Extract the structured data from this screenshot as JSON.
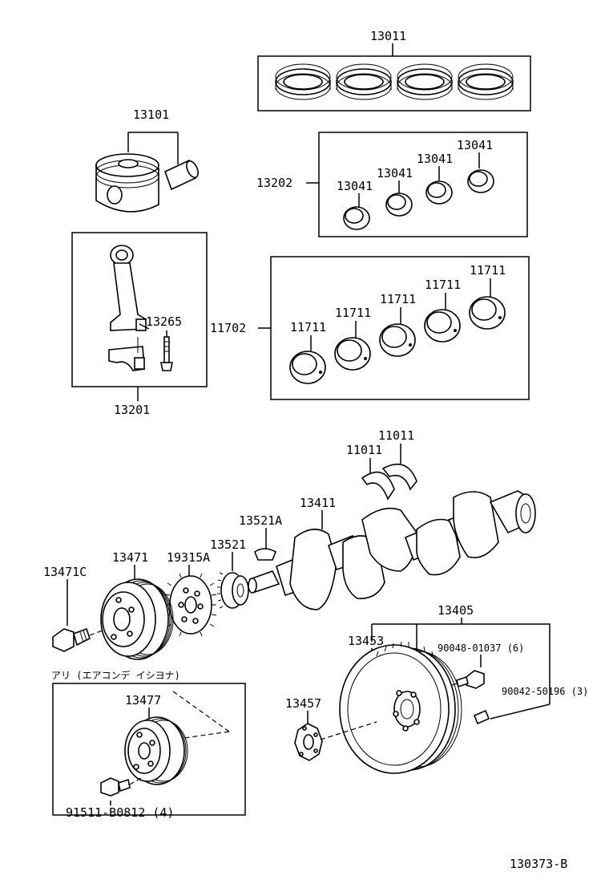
{
  "diagram_id": "130373-B",
  "note_japanese": "アリ (エアコンデ イシヨナ)",
  "parts": {
    "piston_rings": "13011",
    "piston": "13101",
    "bearing_set_upper": "13202",
    "bearing_13041_a": "13041",
    "bearing_13041_b": "13041",
    "bearing_13041_c": "13041",
    "bearing_13041_d": "13041",
    "connecting_rod_assembly": "13201",
    "connecting_rod_bolt": "13265",
    "main_bearing_set": "11702",
    "main_bearing_a": "11711",
    "main_bearing_b": "11711",
    "main_bearing_c": "11711",
    "main_bearing_d": "11711",
    "main_bearing_e": "11711",
    "thrust_washer_a": "11011",
    "thrust_washer_b": "11011",
    "crankshaft": "13411",
    "key_a": "13521A",
    "timing_gear": "13521",
    "signal_plate": "19315A",
    "crank_pulley": "13471",
    "pulley_bolt": "13471C",
    "flywheel_set": "13405",
    "ring_gear": "13453",
    "flywheel_bolt": "90048-01037 (6)",
    "dowel_pin": "90042-50196 (3)",
    "flywheel_plate": "13457",
    "ac_pulley": "13477",
    "ac_pulley_bolt": "91511-B0812 (4)"
  }
}
